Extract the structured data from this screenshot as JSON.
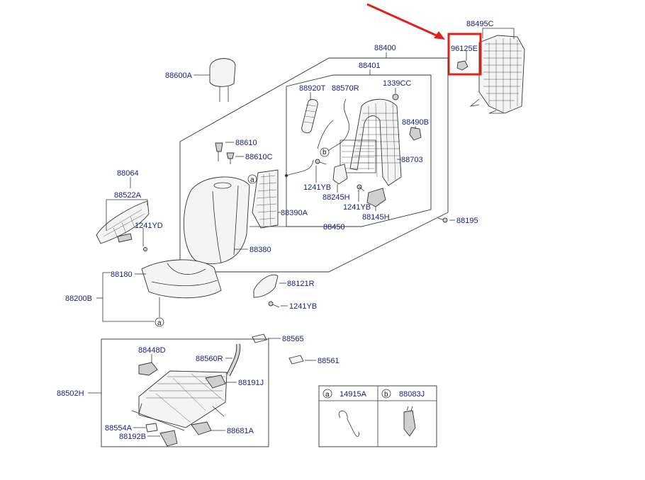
{
  "labels": {
    "l88495C": "88495C",
    "l96125E": "96125E",
    "l88400": "88400",
    "l88401": "88401",
    "l88600A": "88600A",
    "l88920T": "88920T",
    "l88570R": "88570R",
    "l1339CC": "1339CC",
    "l88490B": "88490B",
    "l88610": "88610",
    "l88610C": "88610C",
    "l88703": "88703",
    "l88064": "88064",
    "l88522A": "88522A",
    "l1241YD": "1241YD",
    "l1241YB_a": "1241YB",
    "l88245H": "88245H",
    "l1241YB_b": "1241YB",
    "l88145H": "88145H",
    "l88195": "88195",
    "l88390A": "88390A",
    "l88450": "88450",
    "l88380": "88380",
    "l88180": "88180",
    "l88200B": "88200B",
    "l88121R": "88121R",
    "l1241YB_c": "1241YB",
    "l88565": "88565",
    "l88561": "88561",
    "l88448D": "88448D",
    "l88560R": "88560R",
    "l88191J": "88191J",
    "l88502H": "88502H",
    "l88554A": "88554A",
    "l88192B": "88192B",
    "l88681A": "88681A",
    "l14915A": "14915A",
    "l88083J": "88083J"
  },
  "callouts": {
    "a": "a",
    "b": "b"
  },
  "highlight": {
    "color": "#e0201b"
  }
}
